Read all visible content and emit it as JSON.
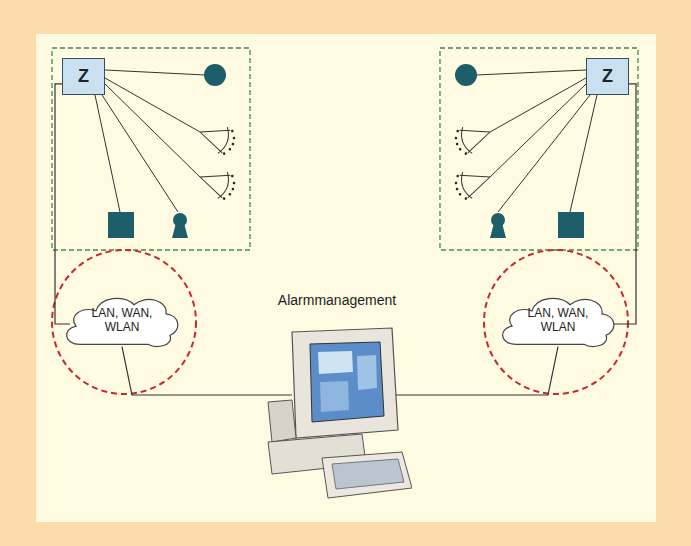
{
  "diagram": {
    "nodes": [
      {
        "text": [
          "Z"
        ]
      },
      {
        "text": [
          "Z"
        ]
      },
      {
        "text": [
          "LAN, WAN, WLAN"
        ]
      },
      {
        "text": [
          "Alarmmanagement"
        ]
      },
      {
        "text": [
          "LAN, WAN, WLAN"
        ]
      }
    ],
    "edges": [
      {
        "from": 0,
        "to": 2,
        "arrow": "none"
      },
      {
        "from": 2,
        "to": 3,
        "arrow": "none"
      },
      {
        "from": 3,
        "to": 4,
        "arrow": "none"
      },
      {
        "from": 1,
        "to": 4,
        "arrow": "none"
      }
    ]
  }
}
